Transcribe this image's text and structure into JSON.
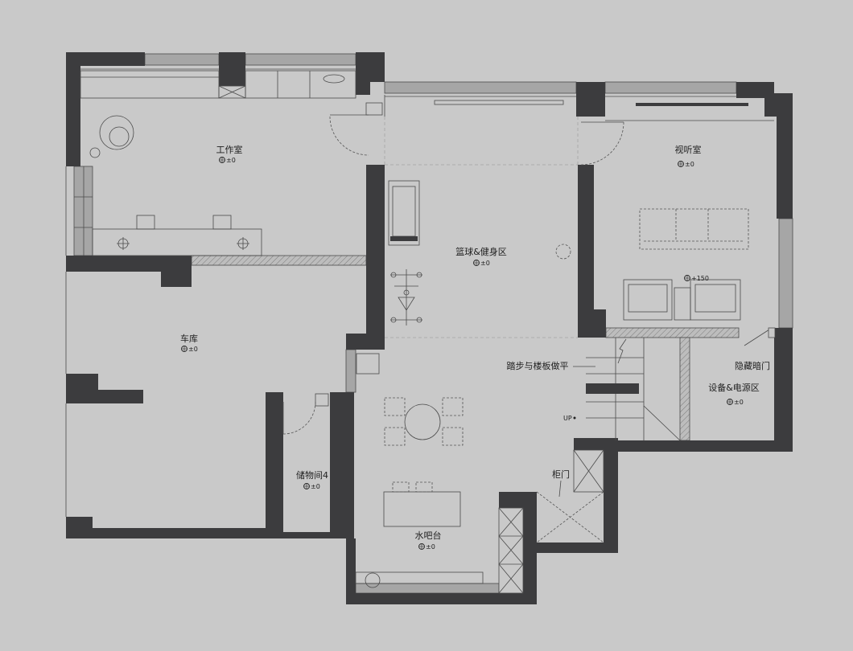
{
  "rooms": {
    "studio": {
      "name": "工作室",
      "level": "±0"
    },
    "theater": {
      "name": "视听室",
      "level": "±0"
    },
    "gym": {
      "name": "篮球&健身区",
      "level": "±0"
    },
    "garage": {
      "name": "车库",
      "level": "±0"
    },
    "storage": {
      "name": "储物间4",
      "level": "±0"
    },
    "bar": {
      "name": "水吧台",
      "level": "±0"
    },
    "equipment": {
      "name": "设备&电源区",
      "level": "±0"
    }
  },
  "annotations": {
    "step_flush": "踏步与楼板做平",
    "hidden_door": "隐藏暗门",
    "cabinet_door": "柜门",
    "stair_up": "UP",
    "raised_level": "+150"
  },
  "colors": {
    "background": "#c9c9c9",
    "wall": "#3c3c3e",
    "window": "#a6a6a6",
    "line": "#4b4b4b"
  }
}
